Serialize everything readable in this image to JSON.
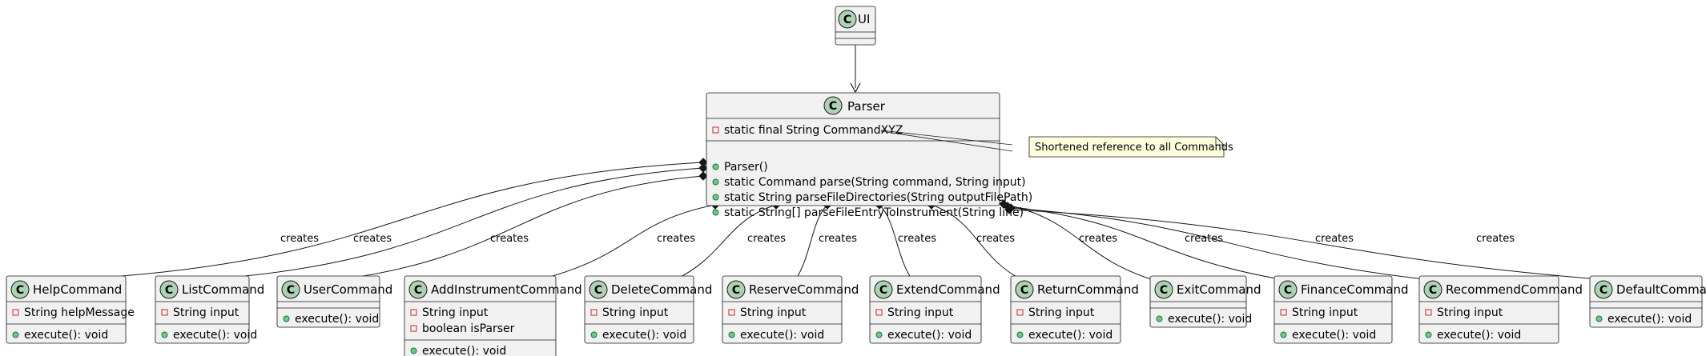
{
  "colors": {
    "class_fill": "#F1F1F1",
    "class_border": "#181818",
    "class_circle": "#ADD1B2",
    "private_marker": "#C82930",
    "public_marker": "#84BE84",
    "note_fill": "#FEFFDD",
    "edge": "#181818"
  },
  "icon": "class-c-icon",
  "class_letter": "C",
  "ui": {
    "name": "UI"
  },
  "parser": {
    "name": "Parser",
    "fields": [
      {
        "vis": "private",
        "text": "static final String CommandXYZ"
      }
    ],
    "methods": [
      {
        "vis": "public",
        "text": "Parser()"
      },
      {
        "vis": "public",
        "text": "static Command parse(String command, String input)"
      },
      {
        "vis": "public",
        "text": "static String parseFileDirectories(String outputFilePath)"
      },
      {
        "vis": "public",
        "text": "static String[] parseFileEntryToInstrument(String line)"
      }
    ]
  },
  "note": {
    "text": "Shortened reference to all Commands"
  },
  "edge_label": "creates",
  "commands": [
    {
      "name": "HelpCommand",
      "fields": [
        {
          "vis": "private",
          "text": "String helpMessage"
        }
      ],
      "methods": [
        {
          "vis": "public",
          "text": "execute(): void"
        }
      ]
    },
    {
      "name": "ListCommand",
      "fields": [
        {
          "vis": "private",
          "text": "String input"
        }
      ],
      "methods": [
        {
          "vis": "public",
          "text": "execute(): void"
        }
      ]
    },
    {
      "name": "UserCommand",
      "fields": [],
      "methods": [
        {
          "vis": "public",
          "text": "execute(): void"
        }
      ]
    },
    {
      "name": "AddInstrumentCommand",
      "fields": [
        {
          "vis": "private",
          "text": "String input"
        },
        {
          "vis": "private",
          "text": "boolean isParser"
        }
      ],
      "methods": [
        {
          "vis": "public",
          "text": "execute(): void"
        }
      ]
    },
    {
      "name": "DeleteCommand",
      "fields": [
        {
          "vis": "private",
          "text": "String input"
        }
      ],
      "methods": [
        {
          "vis": "public",
          "text": "execute(): void"
        }
      ]
    },
    {
      "name": "ReserveCommand",
      "fields": [
        {
          "vis": "private",
          "text": "String input"
        }
      ],
      "methods": [
        {
          "vis": "public",
          "text": "execute(): void"
        }
      ]
    },
    {
      "name": "ExtendCommand",
      "fields": [
        {
          "vis": "private",
          "text": "String input"
        }
      ],
      "methods": [
        {
          "vis": "public",
          "text": "execute(): void"
        }
      ]
    },
    {
      "name": "ReturnCommand",
      "fields": [
        {
          "vis": "private",
          "text": "String input"
        }
      ],
      "methods": [
        {
          "vis": "public",
          "text": "execute(): void"
        }
      ]
    },
    {
      "name": "ExitCommand",
      "fields": [],
      "methods": [
        {
          "vis": "public",
          "text": "execute(): void"
        }
      ]
    },
    {
      "name": "FinanceCommand",
      "fields": [
        {
          "vis": "private",
          "text": "String input"
        }
      ],
      "methods": [
        {
          "vis": "public",
          "text": "execute(): void"
        }
      ]
    },
    {
      "name": "RecommendCommand",
      "fields": [
        {
          "vis": "private",
          "text": "String input"
        }
      ],
      "methods": [
        {
          "vis": "public",
          "text": "execute(): void"
        }
      ]
    },
    {
      "name": "DefaultCommand",
      "fields": [],
      "methods": [
        {
          "vis": "public",
          "text": "execute(): void"
        }
      ]
    }
  ]
}
